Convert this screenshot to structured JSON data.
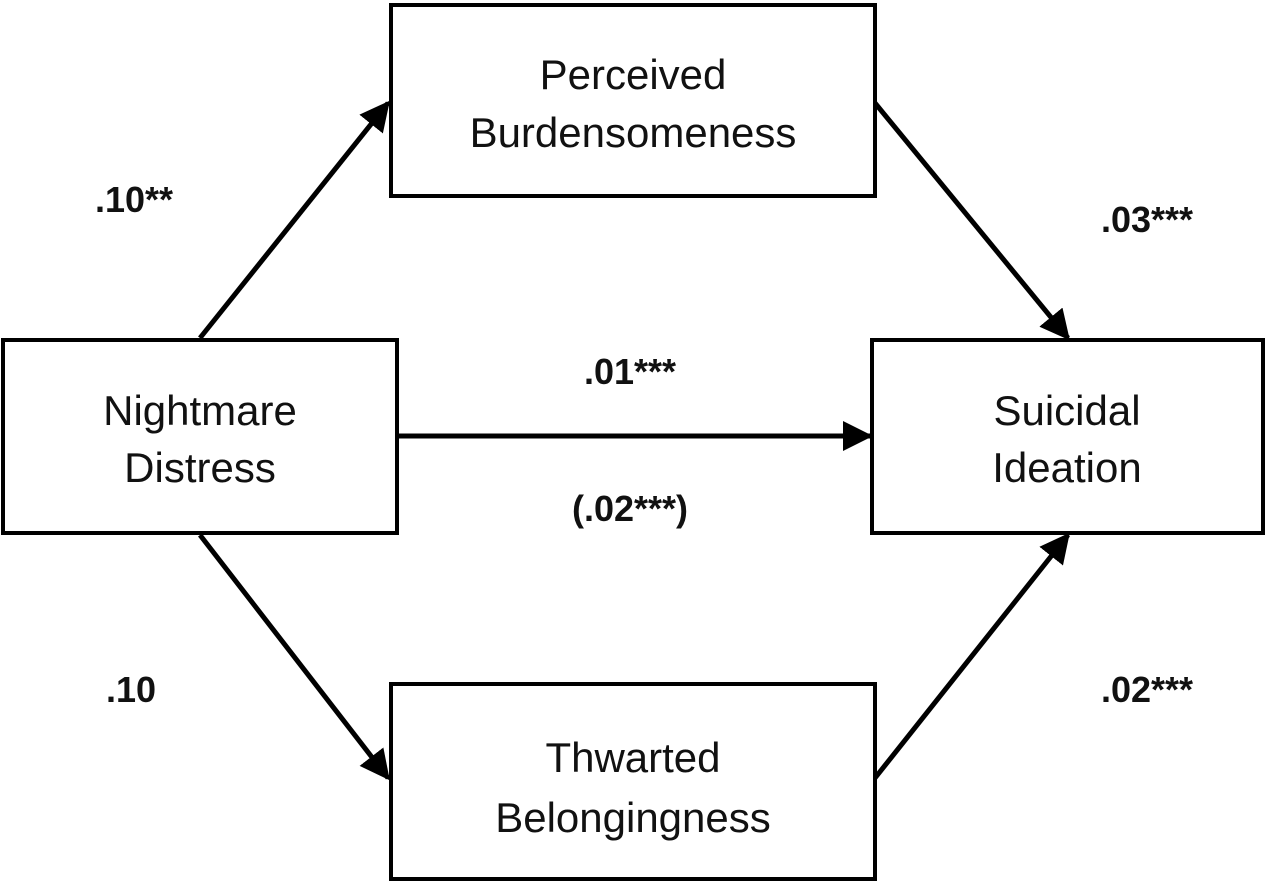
{
  "nodes": {
    "nightmare": {
      "line1": "Nightmare",
      "line2": "Distress"
    },
    "burden": {
      "line1": "Perceived",
      "line2": "Burdensomeness"
    },
    "belong": {
      "line1": "Thwarted",
      "line2": "Belongingness"
    },
    "suicidal": {
      "line1": "Suicidal",
      "line2": "Ideation"
    }
  },
  "paths": {
    "nd_to_pb": ".10**",
    "pb_to_si": ".03***",
    "nd_to_si_direct": ".01***",
    "nd_to_si_total": "(.02***)",
    "nd_to_tb": ".10",
    "tb_to_si": ".02***"
  }
}
